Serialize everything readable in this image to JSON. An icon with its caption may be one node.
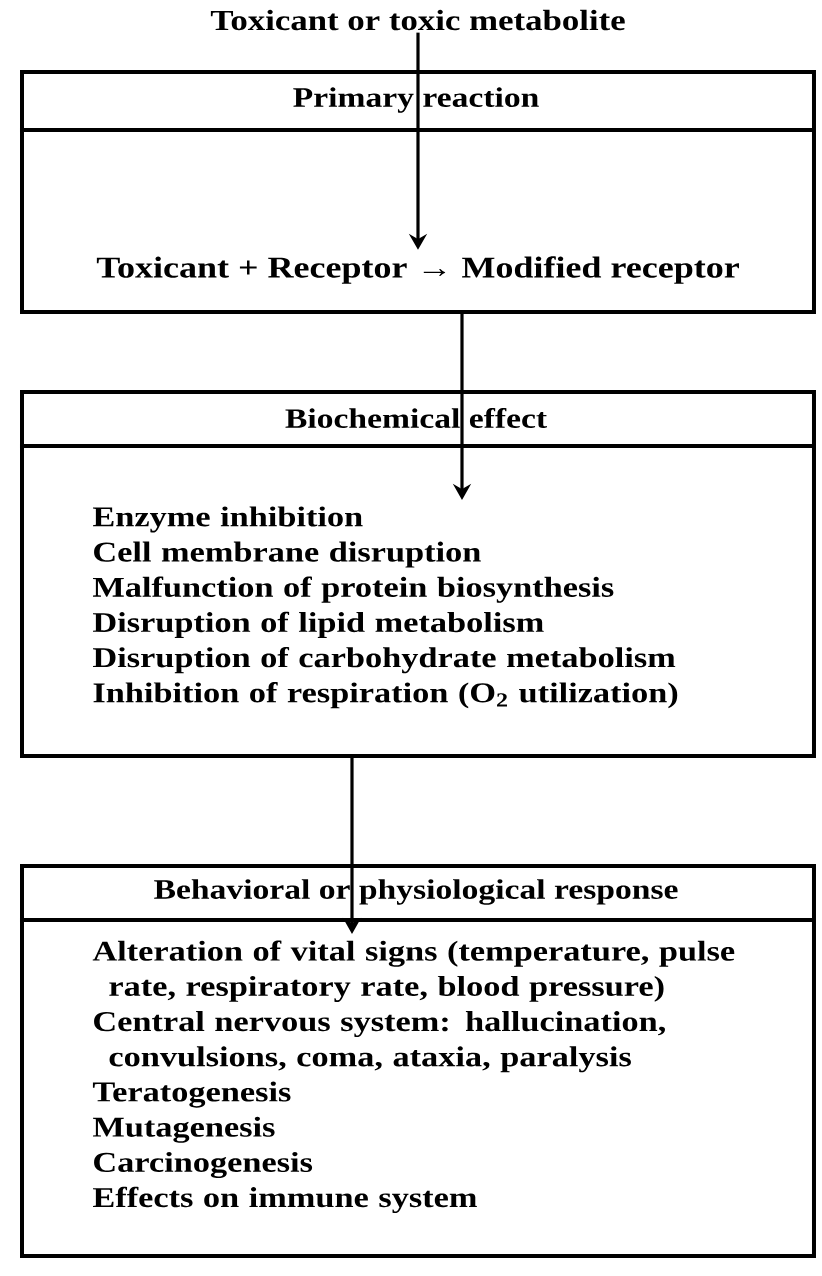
{
  "diagram": {
    "nodes": [
      {
        "text": [
          "Toxicant or toxic metabolite"
        ]
      },
      {
        "text": [
          "Primary reaction"
        ]
      },
      {
        "text": [
          "Toxicant + Receptor → Modified receptor"
        ],
        "in": 1
      },
      {
        "text": [
          "Biochemical effect"
        ]
      },
      {
        "text": [
          "Enzyme inhibition",
          "Cell membrane disruption",
          "Malfunction of protein biosynthesis",
          "Disruption of lipid metabolism",
          "Disruption of carbohydrate metabolism",
          "Inhibition of respiration (O$_{2}$ utilization)"
        ],
        "in": 3
      },
      {
        "text": [
          "Behavioral or physiological response"
        ]
      },
      {
        "text": [
          "Alteration of vital signs (temperature, pulse rate, respiratory rate, blood pressure)",
          "Central nervous system: hallucination, convulsions, coma, ataxia, paralysis",
          "Teratogenesis",
          "Mutagenesis",
          "Carcinogenesis",
          "Effects on immune system"
        ],
        "in": 5
      }
    ],
    "edges": [
      {
        "from": 0,
        "to": 2,
        "arrow": "to"
      },
      {
        "from": 1,
        "to": 4,
        "arrow": "to"
      },
      {
        "from": 3,
        "to": 6,
        "arrow": "to"
      }
    ]
  }
}
